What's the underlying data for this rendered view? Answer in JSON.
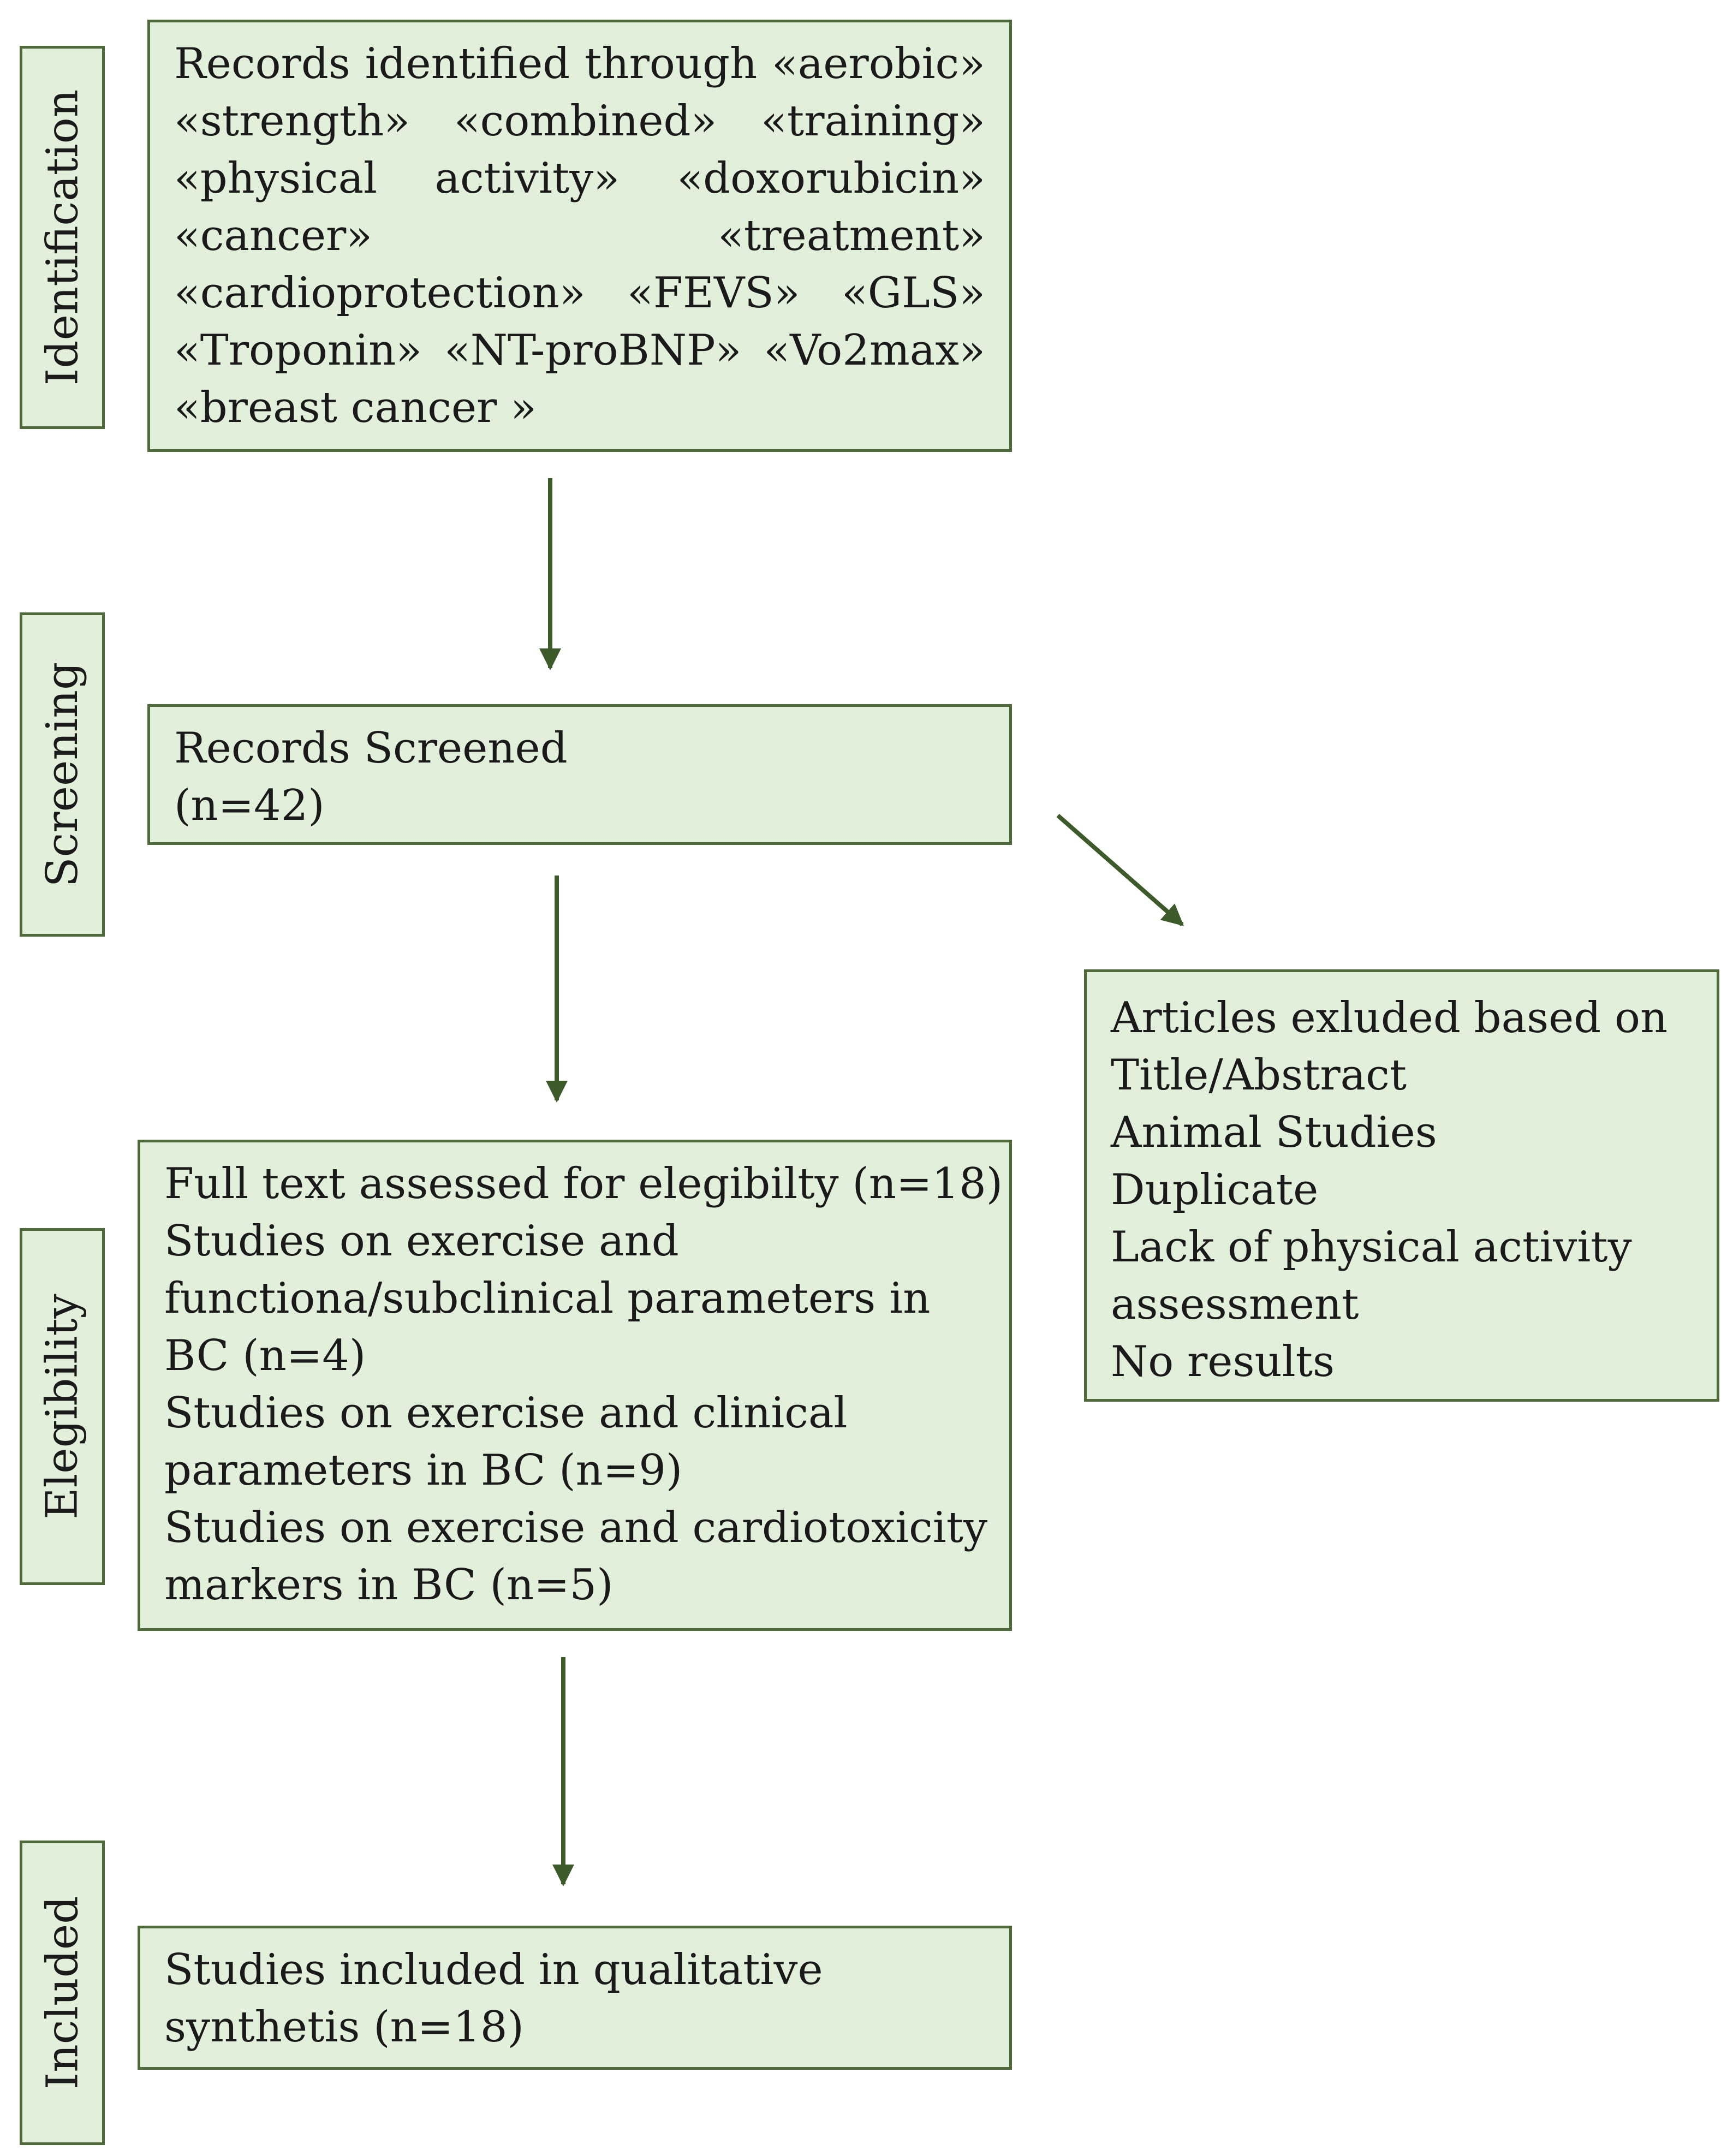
{
  "stages": {
    "identification": "Identification",
    "screening": "Screening",
    "elegibility": "Elegibility",
    "included": "Included"
  },
  "boxes": {
    "identification": {
      "lines": [
        [
          "Records",
          "identified",
          "through",
          "«aerobic»"
        ],
        [
          "«strength»",
          "«combined»",
          "«training»"
        ],
        [
          "«physical",
          "activity»",
          "«doxorubicin»"
        ],
        [
          "«cancer»",
          "«treatment»"
        ],
        [
          "«cardioprotection»",
          "«FEVS»",
          "«GLS»"
        ],
        [
          "«Troponin»",
          "«NT-proBNP»",
          "«Vo2max»"
        ],
        [
          "«breast cancer »"
        ]
      ]
    },
    "screening": {
      "lines": [
        "Records Screened",
        "(n=42)"
      ]
    },
    "excluded": {
      "lines": [
        "Articles exluded based on",
        "Title/Abstract",
        "Animal Studies",
        "Duplicate",
        "Lack of physical activity",
        "assessment",
        "No results"
      ]
    },
    "elegibility": {
      "lines": [
        "Full text assessed for elegibilty (n=18)",
        "Studies on exercise and",
        "functiona/subclinical parameters in",
        "BC (n=4)",
        "Studies on exercise and clinical",
        "parameters in BC (n=9)",
        "Studies on exercise and cardiotoxicity",
        "markers in BC (n=5)"
      ]
    },
    "included": {
      "lines": [
        "Studies included in qualitative",
        "synthetis (n=18)"
      ]
    }
  },
  "colors": {
    "box_fill": "#e2efda",
    "border": "#4f6a3a",
    "arrow": "#3d5a2a"
  }
}
